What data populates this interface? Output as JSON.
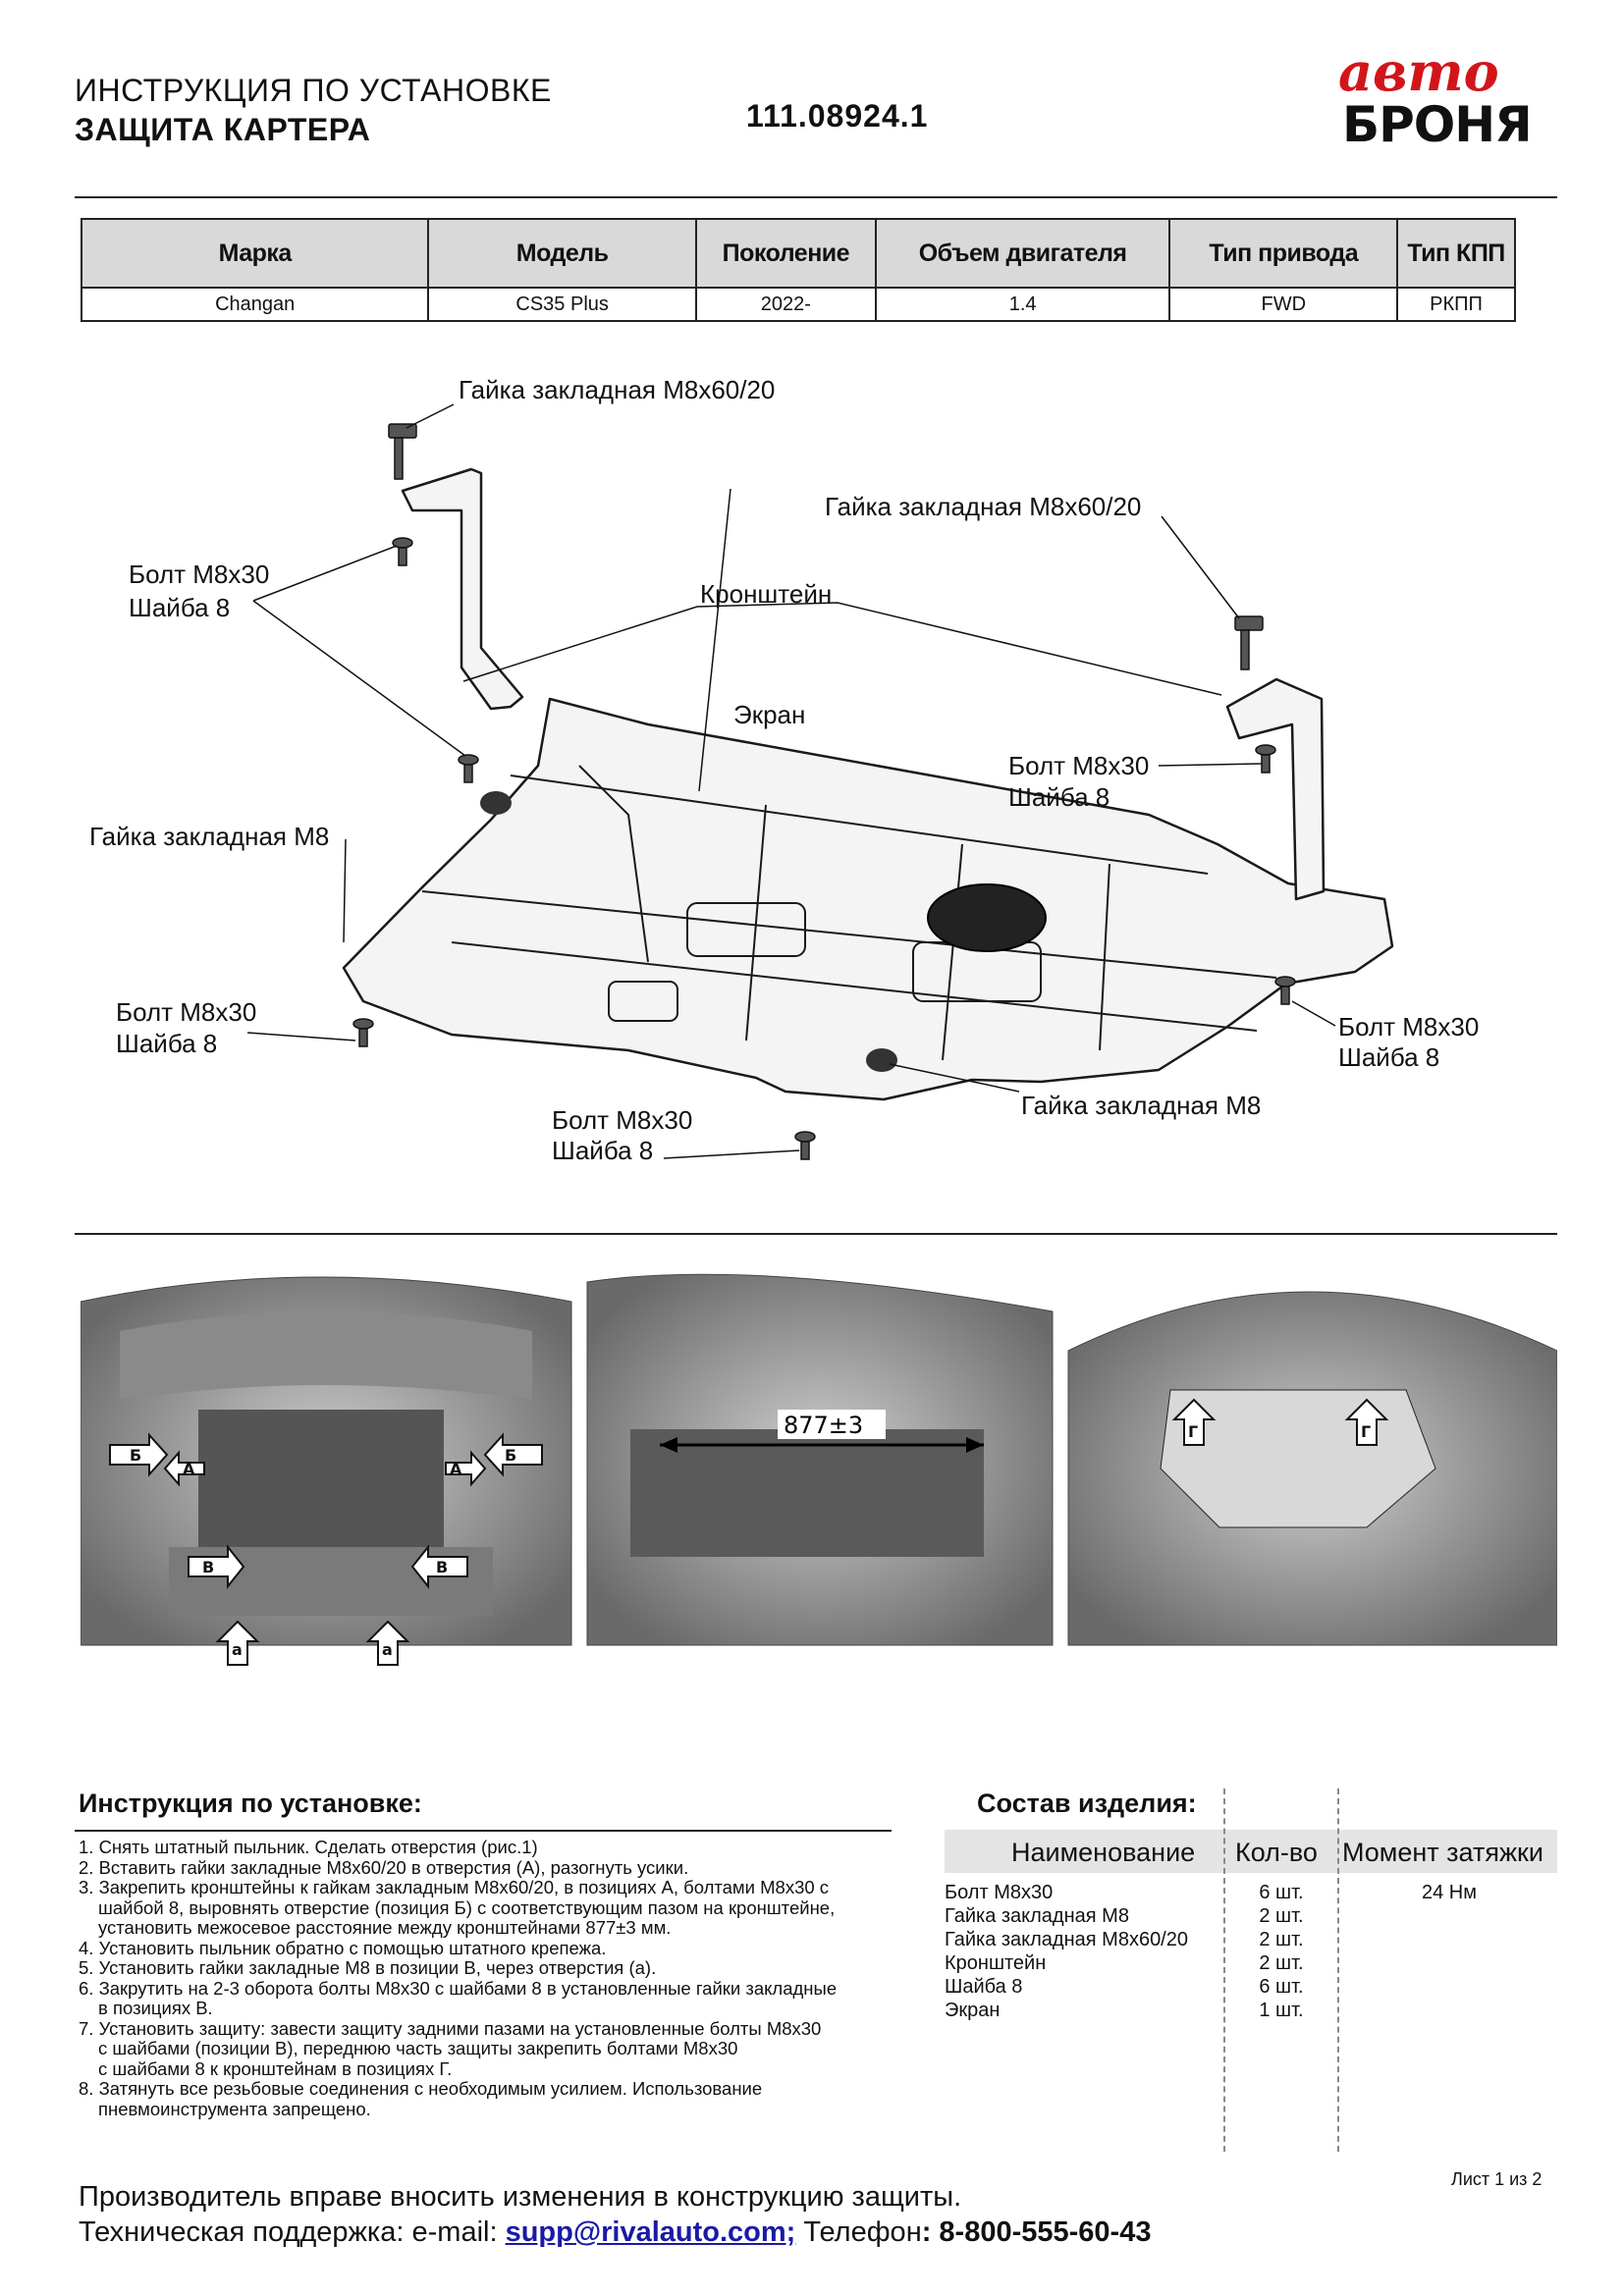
{
  "header": {
    "line1": "ИНСТРУКЦИЯ ПО УСТАНОВКЕ",
    "line2": "ЗАЩИТА КАРТЕРА",
    "code": "111.08924.1",
    "logo_top": "авто",
    "logo_bottom": "БРОНЯ"
  },
  "spec_table": {
    "headers": [
      "Марка",
      "Модель",
      "Поколение",
      "Объем двигателя",
      "Тип привода",
      "Тип КПП"
    ],
    "row": [
      "Changan",
      "CS35 Plus",
      "2022-",
      "1.4",
      "FWD",
      "РКПП"
    ]
  },
  "diagram_labels": {
    "nut_m8x60_20_a": "Гайка закладная М8х60/20",
    "nut_m8x60_20_b": "Гайка закладная М8х60/20",
    "bracket": "Кронштейн",
    "screen": "Экран",
    "nut_m8_left": "Гайка закладная М8",
    "nut_m8_bottom": "Гайка закладная М8",
    "bolt_top_left_1": "Болт М8х30",
    "bolt_top_left_2": "Шайба 8",
    "bolt_top_right_1": "Болт М8х30",
    "bolt_top_right_2": "Шайба 8",
    "bolt_left_1": "Болт М8х30",
    "bolt_left_2": "Шайба 8",
    "bolt_right_1": "Болт М8х30",
    "bolt_right_2": "Шайба 8",
    "bolt_bottom_1": "Болт М8х30",
    "bolt_bottom_2": "Шайба 8"
  },
  "photos": {
    "marker_b": "Б",
    "marker_a": "А",
    "marker_v": "В",
    "marker_small_a": "а",
    "marker_g": "Г",
    "distance": "877±3"
  },
  "instructions": {
    "title": "Инструкция по установке:",
    "lines": [
      "1. Снять штатный пыльник. Сделать отверстия (рис.1)",
      "2. Вставить гайки закладные М8х60/20 в отверстия (А), разогнуть усики.",
      "3. Закрепить кронштейны к гайкам закладным М8х60/20, в позициях А, болтами М8х30 с",
      "шайбой 8, выровнять отверстие (позиция Б) с соответствующим пазом на кронштейне,",
      "установить межосевое расстояние между кронштейнами 877±3 мм.",
      "4. Установить пыльник обратно с помощью штатного крепежа.",
      "5. Установить гайки закладные М8 в позиции В, через отверстия (а).",
      "6. Закрутить на 2-3 оборота болты М8х30 с шайбами 8 в установленные гайки закладные",
      "в позициях В.",
      "7. Установить защиту: завести защиту задними пазами на установленные болты М8х30",
      "с шайбами (позиции В), переднюю часть защиты закрепить болтами М8х30",
      "с шайбами 8 к кронштейнам в позициях Г.",
      "8. Затянуть все резьбовые соединения с необходимым усилием. Использование",
      "пневмоинструмента запрещено."
    ]
  },
  "components": {
    "title": "Состав изделия:",
    "col_name": "Наименование",
    "col_qty": "Кол-во",
    "col_torque": "Момент затяжки",
    "items": [
      {
        "name": "Болт М8х30",
        "qty": "6 шт.",
        "torque": "24 Нм"
      },
      {
        "name": "Гайка закладная М8",
        "qty": "2 шт.",
        "torque": ""
      },
      {
        "name": "Гайка закладная М8х60/20",
        "qty": "2 шт.",
        "torque": ""
      },
      {
        "name": "Кронштейн",
        "qty": "2 шт.",
        "torque": ""
      },
      {
        "name": "Шайба 8",
        "qty": "6 шт.",
        "torque": ""
      },
      {
        "name": "Экран",
        "qty": "1 шт.",
        "torque": ""
      }
    ]
  },
  "footer": {
    "disclaimer": "Производитель вправе вносить изменения в конструкцию защиты.",
    "support_prefix": "Техническая поддержка:  e-mail: ",
    "email": "supp@rivalauto.com;",
    "phone_prefix": " Телефон",
    "phone": ": 8-800-555-60-43",
    "sheet": "Лист 1 из 2"
  }
}
